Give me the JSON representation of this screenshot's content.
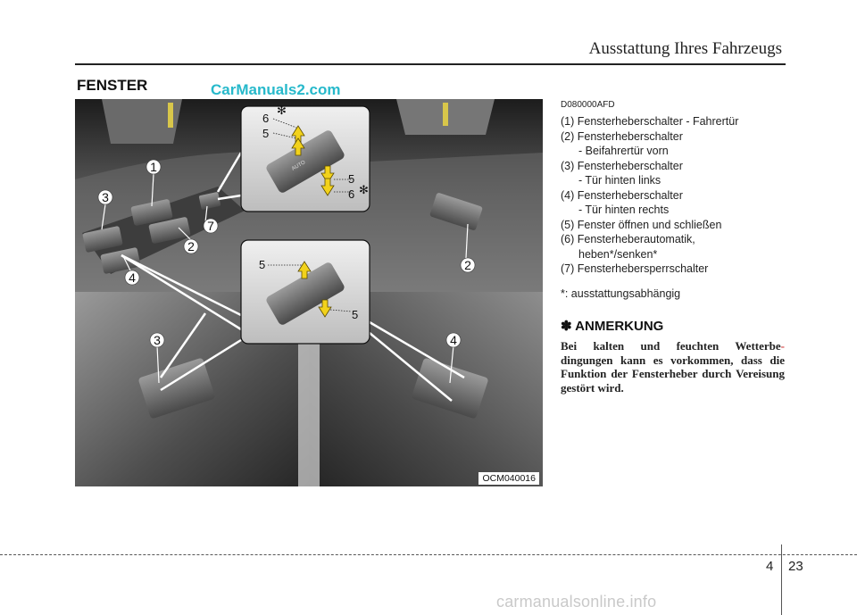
{
  "header": {
    "title": "Ausstattung Ihres Fahrzeugs"
  },
  "section": {
    "title": "FENSTER"
  },
  "watermarks": {
    "top": "CarManuals2.com",
    "bottom": "carmanualsonline.info"
  },
  "figure": {
    "code": "OCM040016",
    "callouts": {
      "c1": "1",
      "c2a": "2",
      "c2b": "2",
      "c3a": "3",
      "c3b": "3",
      "c4a": "4",
      "c4b": "4",
      "c5a": "5",
      "c5b": "5",
      "c5c": "5",
      "c5d": "5",
      "c6a": "6",
      "c6b": "6",
      "c7": "7"
    },
    "star_a": "✻",
    "star_b": "✻",
    "auto_label": "AUTO"
  },
  "doc_code": "D080000AFD",
  "items": [
    {
      "line1": "(1) Fensterheberschalter - Fahrertür",
      "line2": ""
    },
    {
      "line1": "(2) Fensterheberschalter",
      "line2": "- Beifahrertür vorn"
    },
    {
      "line1": "(3) Fensterheberschalter",
      "line2": "- Tür hinten links"
    },
    {
      "line1": "(4) Fensterheberschalter",
      "line2": "- Tür hinten rechts"
    },
    {
      "line1": "(5) Fenster öffnen und schließen",
      "line2": ""
    },
    {
      "line1": "(6) Fensterheberautomatik,",
      "line2": "heben*/senken*"
    },
    {
      "line1": "(7) Fensterhebersperrschalter",
      "line2": ""
    }
  ],
  "footnote": "*: ausstattungsabhängig",
  "note": {
    "heading": "✽ ANMERKUNG",
    "text_a": "Bei kalten und feuchten Wetterbe",
    "hyphen": "-",
    "text_b": "dingungen kann es vorkommen, dass die Funktion der Fensterheber durch Vereisung gestört wird."
  },
  "footer": {
    "chapter": "4",
    "page": "23"
  },
  "colors": {
    "arrow": "#f2d21b",
    "watermark_top": "#27b9cb",
    "hyphen": "#d23a3a"
  }
}
